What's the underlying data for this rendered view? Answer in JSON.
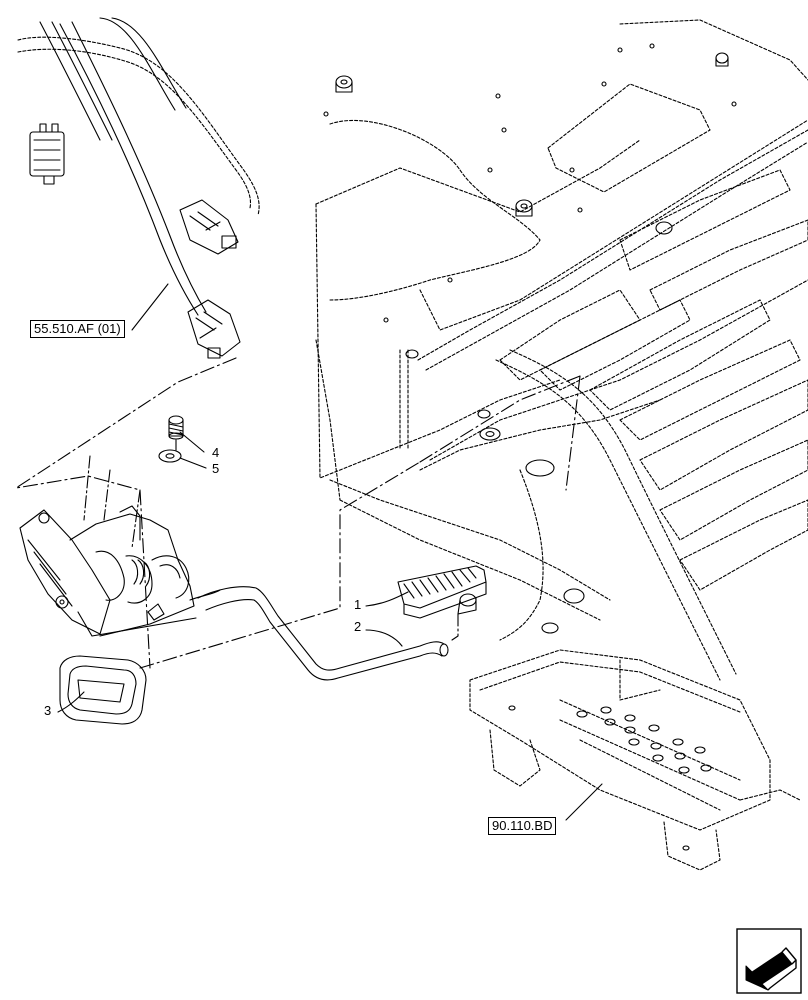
{
  "references": {
    "harness": "55.510.AF (01)",
    "platform": "90.110.BD"
  },
  "callouts": {
    "c1": "1",
    "c2": "2",
    "c3": "3",
    "c4": "4",
    "c5": "5"
  },
  "icons": {
    "navigation": "previous-page-arrow-icon"
  }
}
